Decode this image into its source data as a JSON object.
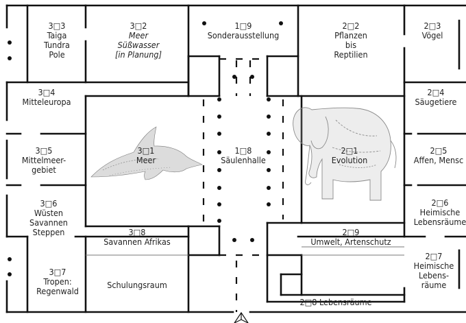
{
  "rooms": [
    {
      "id": "r33",
      "lines": [
        "3□3",
        "Taiga",
        "Tundra",
        "Pole"
      ],
      "italic": false
    },
    {
      "id": "r32",
      "lines": [
        "3□2",
        "Meer",
        "Süßwasser",
        "[in Planung]"
      ],
      "italic": true
    },
    {
      "id": "r19",
      "lines": [
        "1□9",
        "Sonderausstellung"
      ],
      "italic": false
    },
    {
      "id": "r22",
      "lines": [
        "2□2",
        "Pflanzen",
        "bis",
        "Reptilien"
      ],
      "italic": false
    },
    {
      "id": "r23",
      "lines": [
        "2□3",
        "Vögel"
      ],
      "italic": false
    },
    {
      "id": "r34",
      "lines": [
        "3□4",
        "Mitteleuropa"
      ],
      "italic": false
    },
    {
      "id": "r24",
      "lines": [
        "2□4",
        "Säugetiere"
      ],
      "italic": false
    },
    {
      "id": "r35",
      "lines": [
        "3□5",
        "Mittelmeer-",
        "gebiet"
      ],
      "italic": false
    },
    {
      "id": "r31",
      "lines": [
        "3□1",
        "Meer"
      ],
      "italic": false
    },
    {
      "id": "r18",
      "lines": [
        "1□8",
        "Säulenhalle"
      ],
      "italic": false
    },
    {
      "id": "r21",
      "lines": [
        "2□1",
        "Evolution"
      ],
      "italic": false
    },
    {
      "id": "r25",
      "lines": [
        "2□5",
        "Affen, Mensc"
      ],
      "italic": false
    },
    {
      "id": "r36",
      "lines": [
        "3□6",
        "Wüsten",
        "Savannen",
        "Steppen"
      ],
      "italic": false
    },
    {
      "id": "r26",
      "lines": [
        "2□6",
        "Heimische",
        "Lebensräume"
      ],
      "italic": false
    },
    {
      "id": "r38",
      "lines": [
        "3□8",
        "Savannen Afrikas"
      ],
      "italic": false
    },
    {
      "id": "r29",
      "lines": [
        "2□9",
        "Umwelt, Artenschutz"
      ],
      "italic": false
    },
    {
      "id": "r37",
      "lines": [
        "3□7",
        "Tropen:",
        "Regenwald"
      ],
      "italic": false
    },
    {
      "id": "rSchul",
      "lines": [
        "Schulungsraum"
      ],
      "italic": false
    },
    {
      "id": "r27",
      "lines": [
        "2□7",
        "Heimische",
        "Lebens-",
        "räume"
      ],
      "italic": false
    },
    {
      "id": "r28",
      "lines": [
        "2□8 Lebensräume"
      ],
      "italic": false
    }
  ],
  "illustrations": {
    "dolphin": "dolphin-illustration",
    "elephant": "elephant-illustration"
  },
  "north_arrow_icon": "north-arrow-icon",
  "colors": {
    "wall": "#111111",
    "thin_wall": "#777777",
    "sketch": "#8a8a8a"
  }
}
